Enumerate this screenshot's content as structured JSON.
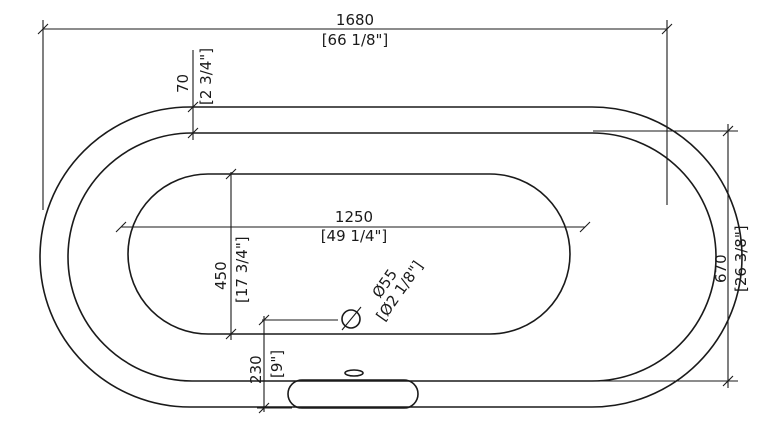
{
  "drawing": {
    "overall_length": {
      "value": "1680",
      "imperial": "[66 1/8\"]"
    },
    "overall_width": {
      "value": "670",
      "imperial": "[26 3/8\"]"
    },
    "rim_width": {
      "value": "70",
      "imperial": "[2 3/4\"]"
    },
    "basin_length": {
      "value": "1250",
      "imperial": "[49 1/4\"]"
    },
    "basin_width": {
      "value": "450",
      "imperial": "[17 3/4\"]"
    },
    "drain_offset": {
      "value": "230",
      "imperial": "[9\"]"
    },
    "drain_diameter": {
      "value": "Ø55",
      "imperial": "[Ø2 1/8\"]"
    }
  }
}
